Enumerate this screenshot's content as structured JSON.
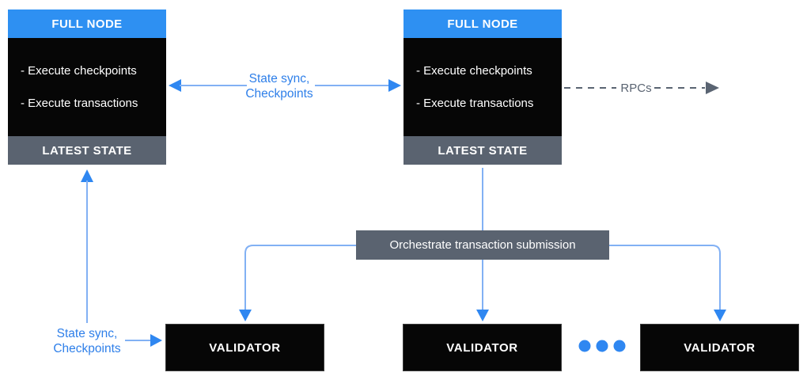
{
  "full_nodes": [
    {
      "title": "FULL NODE",
      "items": [
        "- Execute checkpoints",
        "- Execute transactions"
      ],
      "footer": "LATEST STATE"
    },
    {
      "title": "FULL NODE",
      "items": [
        "- Execute checkpoints",
        "- Execute transactions"
      ],
      "footer": "LATEST STATE"
    }
  ],
  "validators": [
    "VALIDATOR",
    "VALIDATOR",
    "VALIDATOR"
  ],
  "labels": {
    "sync_top_line1": "State sync,",
    "sync_top_line2": "Checkpoints",
    "sync_bottom_line1": "State sync,",
    "sync_bottom_line2": "Checkpoints",
    "rpcs": "RPCs",
    "orchestrate": "Orchestrate transaction submission"
  },
  "colors": {
    "header_blue": "#2E90F2",
    "arrowhead_blue": "#2F87F1",
    "line_light_blue": "#82B1F4",
    "label_blue": "#2E7FE9",
    "slate_gray": "#5A6370",
    "rpc_gray": "#5A6472",
    "box_black": "#060606",
    "text_white": "#FFFFFF"
  }
}
